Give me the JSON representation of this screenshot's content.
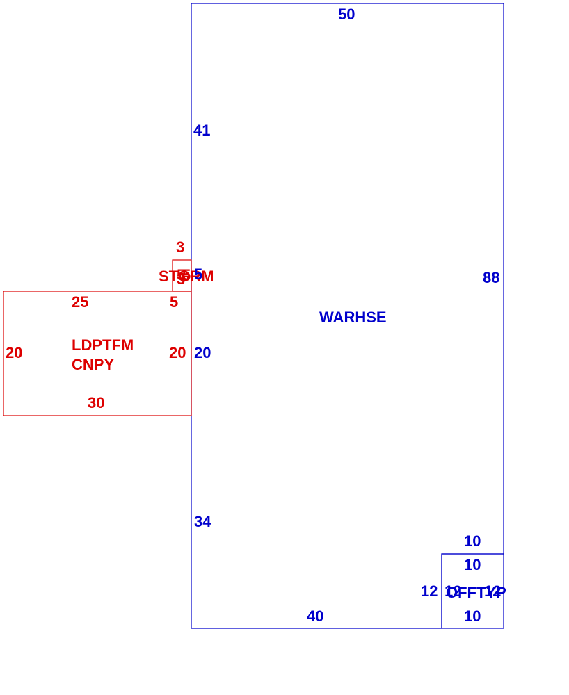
{
  "colors": {
    "primary": "#0000cc",
    "secondary": "#dd0000"
  },
  "warehouse": {
    "name": "WARHSE",
    "top": "50",
    "left_upper": "41",
    "left_lower": "34",
    "left_mid": "20",
    "right": "88",
    "bottom": "40",
    "right_lower": "10"
  },
  "office": {
    "name": "OFFTYP",
    "top": "10",
    "left_outer": "12",
    "left_inner": "12",
    "right": "12",
    "bottom": "10"
  },
  "storage": {
    "name": "STGRM",
    "top": "3",
    "side_a": "5",
    "side_b": "5",
    "side_c": "3",
    "side_d": "5",
    "bottom": "5"
  },
  "canopy": {
    "name_line1": "LDPTFM",
    "name_line2": "CNPY",
    "top": "25",
    "left": "20",
    "right": "20",
    "bottom": "30"
  }
}
